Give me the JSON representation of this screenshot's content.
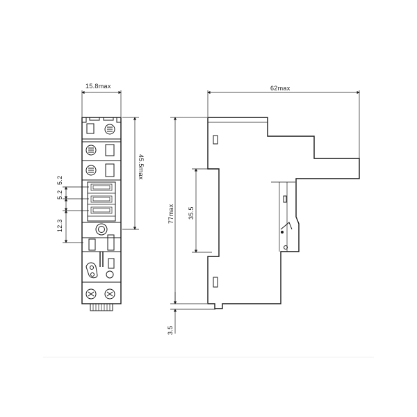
{
  "front_view": {
    "width_label": "15.8max",
    "height_label": "45.5max",
    "pitch_label_1": "5.2",
    "pitch_label_2": "5.2",
    "offset_label": "12.3"
  },
  "side_view": {
    "depth_label": "62max",
    "height_label": "77max",
    "rail_label": "35.5",
    "foot_label": "3.5"
  }
}
